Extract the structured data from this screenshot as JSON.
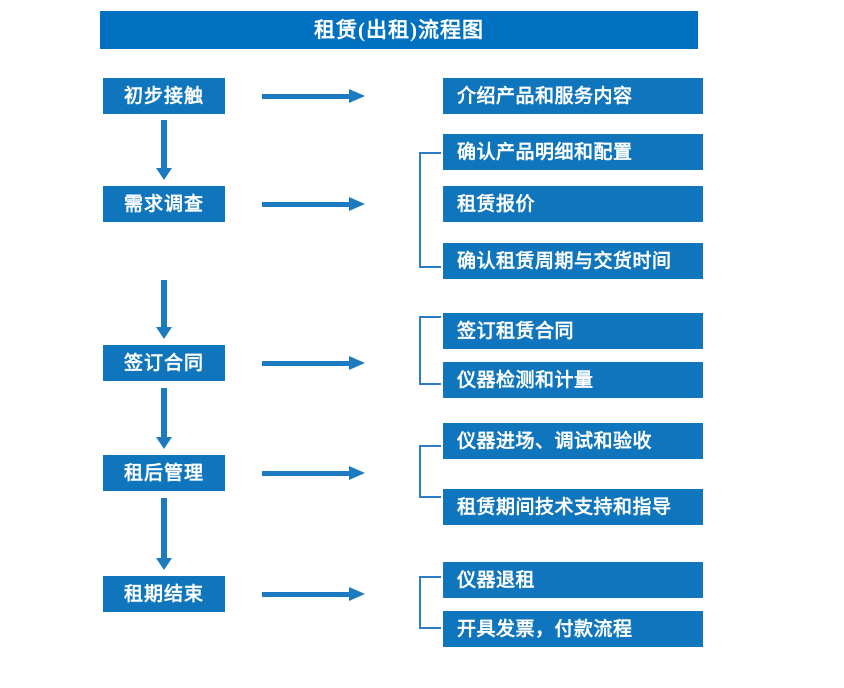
{
  "title": "租赁(出租)流程图",
  "colors": {
    "title_bar": "#0070c0",
    "box_fill": "#0f75bc",
    "arrow": "#1b7ac0",
    "bracket": "#2b7cc4",
    "text": "#ffffff",
    "background": "#ffffff"
  },
  "stages": [
    {
      "label": "初步接触"
    },
    {
      "label": "需求调查"
    },
    {
      "label": "签订合同"
    },
    {
      "label": "租后管理"
    },
    {
      "label": "租期结束"
    }
  ],
  "details": [
    {
      "label": "介绍产品和服务内容"
    },
    {
      "label": "确认产品明细和配置"
    },
    {
      "label": "租赁报价"
    },
    {
      "label": "确认租赁周期与交货时间"
    },
    {
      "label": "签订租赁合同"
    },
    {
      "label": "仪器检测和计量"
    },
    {
      "label": "仪器进场、调试和验收"
    },
    {
      "label": "租赁期间技术支持和指导"
    },
    {
      "label": "仪器退租"
    },
    {
      "label": "开具发票，付款流程"
    }
  ]
}
